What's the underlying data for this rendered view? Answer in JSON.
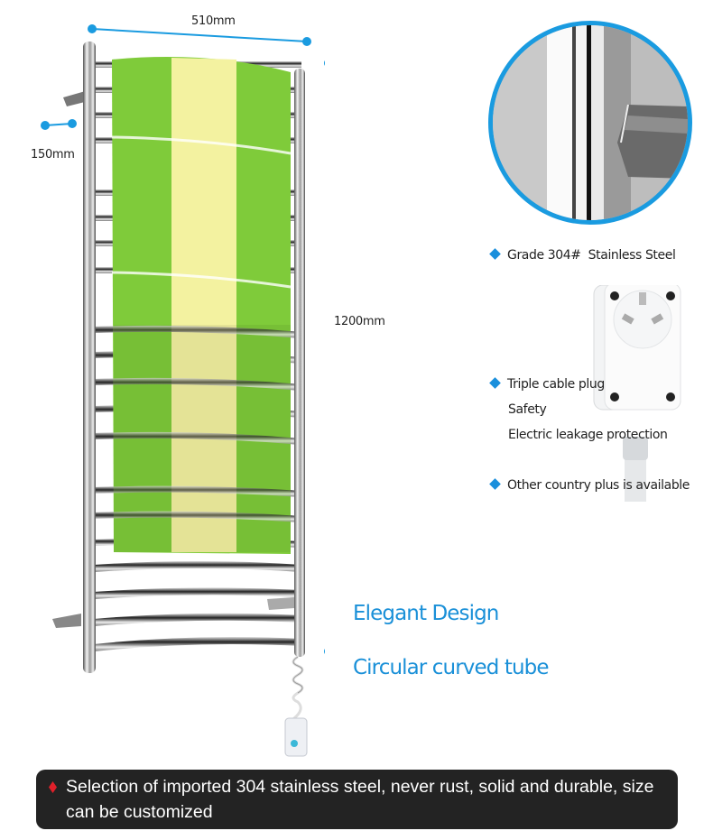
{
  "dimensions": {
    "width_label": "510mm",
    "depth_label": "150mm",
    "height_label": "1200mm"
  },
  "colors": {
    "accent_blue": "#1a90d8",
    "banner_bg": "#232323",
    "banner_bullet": "#e0202a",
    "towel_green": "#7fcb3a",
    "towel_yellow": "#f3f2a0"
  },
  "features": [
    {
      "icon": "diamond-bullet-icon",
      "lines": [
        "Grade 304#  Stainless Steel"
      ]
    },
    {
      "icon": "diamond-bullet-icon",
      "lines": [
        "Triple cable plug",
        "Safety",
        "Electric leakage protection"
      ]
    },
    {
      "icon": "diamond-bullet-icon",
      "lines": [
        "Other country plus is available"
      ]
    }
  ],
  "headlines": [
    "Elegant Design",
    "Circular curved tube"
  ],
  "banner": {
    "icon": "red-diamond-bullet-icon",
    "text": "Selection of imported 304 stainless steel, never rust, solid and durable, size can be customized"
  }
}
